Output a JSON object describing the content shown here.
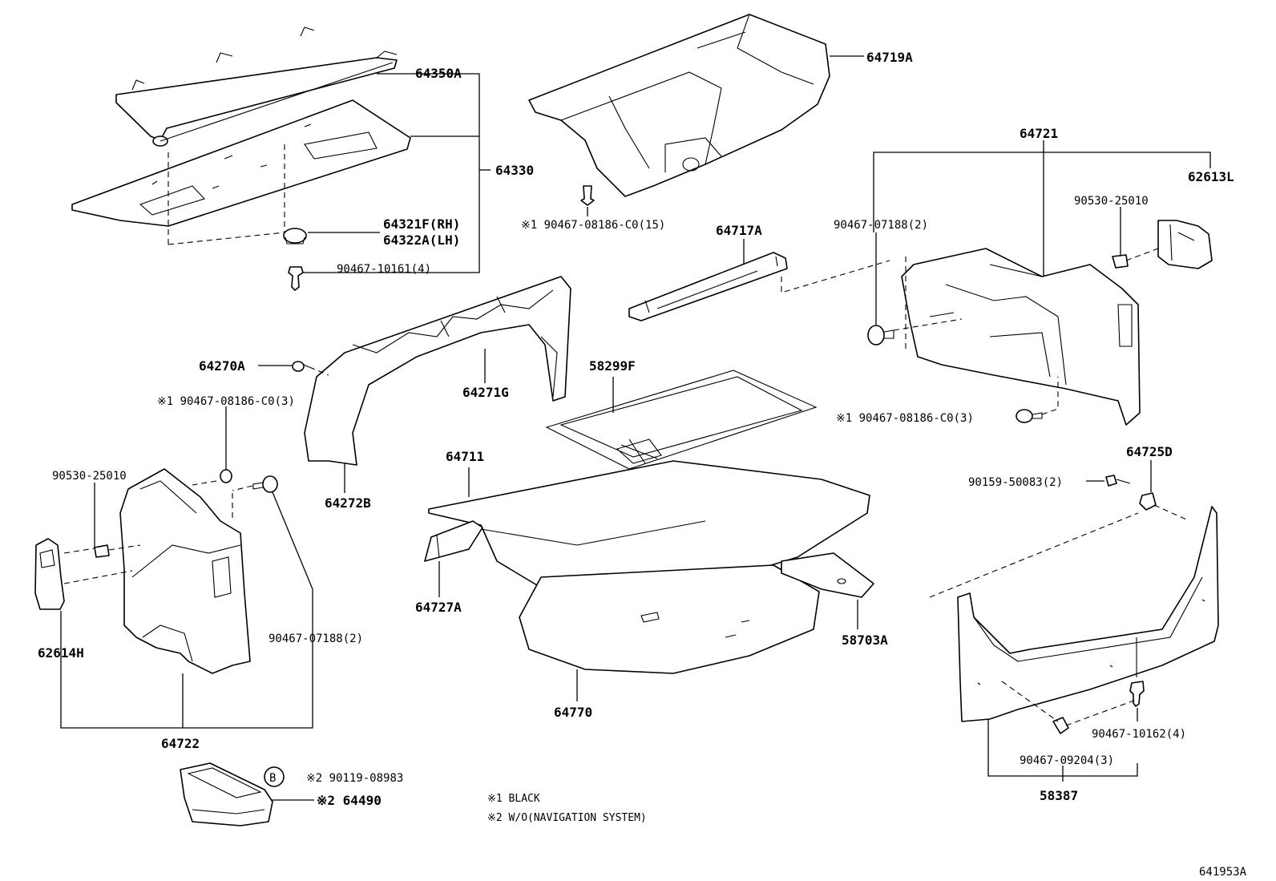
{
  "labels": {
    "p64350A": "64350A",
    "p64330": "64330",
    "p64321F": "64321F(RH)",
    "p64322A": "64322A(LH)",
    "p90467_10161": "90467-10161(4)",
    "p64719A": "64719A",
    "p90467_08186_15": "※1 90467-08186-C0(15)",
    "p64721": "64721",
    "p62613L": "62613L",
    "p90530_25010_r": "90530-25010",
    "p90467_07188_r": "90467-07188(2)",
    "p64717A": "64717A",
    "p64270A": "64270A",
    "p64271G": "64271G",
    "p90467_08186_3l": "※1 90467-08186-C0(3)",
    "p58299F": "58299F",
    "p90467_08186_3r": "※1 90467-08186-C0(3)",
    "p64272B": "64272B",
    "p90530_25010_l": "90530-25010",
    "p64711": "64711",
    "p64725D": "64725D",
    "p90159_50083": "90159-50083(2)",
    "p64727A": "64727A",
    "p90467_07188_l": "90467-07188(2)",
    "p62614H": "62614H",
    "p58703A": "58703A",
    "p64770": "64770",
    "p90467_10162": "90467-10162(4)",
    "p64722": "64722",
    "p90467_09204": "90467-09204(3)",
    "p58387": "58387",
    "p90119_08983": "※2 90119-08983",
    "p64490": "※2 64490",
    "circleB": "B",
    "note1": "※1 BLACK",
    "note2": "※2 W/O(NAVIGATION SYSTEM)",
    "figure_code": "641953A"
  }
}
